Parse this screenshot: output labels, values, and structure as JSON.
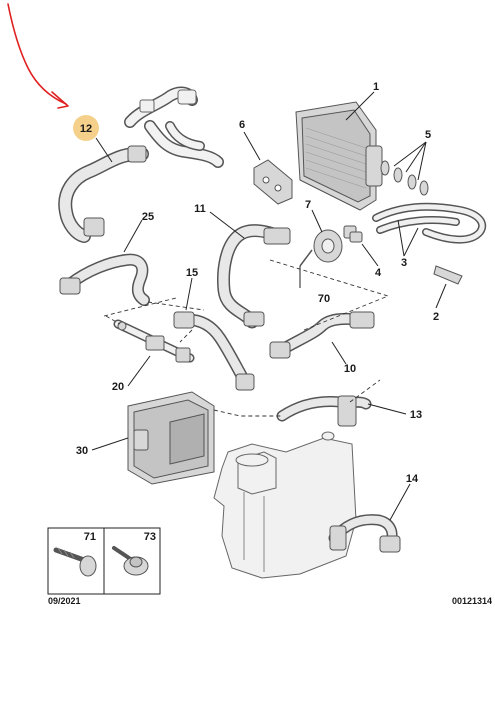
{
  "accent": {
    "highlight_badge": "#f5d08a",
    "annotation_arrow": "#e02020"
  },
  "callouts": {
    "c1": "1",
    "c2": "2",
    "c3": "3",
    "c4": "4",
    "c5": "5",
    "c6": "6",
    "c7": "7",
    "c10": "10",
    "c11": "11",
    "c12": "12",
    "c13": "13",
    "c14": "14",
    "c15": "15",
    "c20": "20",
    "c25": "25",
    "c30": "30",
    "c70": "70"
  },
  "fastener_table": {
    "col1_label": "71",
    "col2_label": "73"
  },
  "footer": {
    "date": "09/2021",
    "reference": "00121314"
  }
}
